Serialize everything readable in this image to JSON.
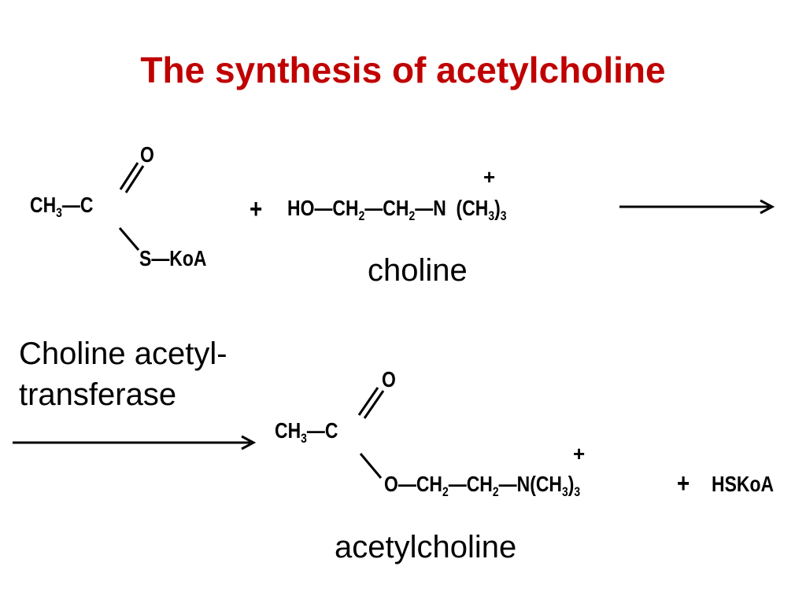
{
  "title": "The synthesis of acetylcholine",
  "reaction_1": {
    "acetyl_coa": {
      "methyl": "CH",
      "methyl_sub": "3",
      "carbon": "C",
      "oxygen": "O",
      "thioester": "S—KoA"
    },
    "plus": "+",
    "choline_formula": {
      "part_a": "HO—CH",
      "sub_a": "2",
      "part_b": "—CH",
      "sub_b": "2",
      "part_c": "—N",
      "part_d": "(CH",
      "sub_d": "3",
      "part_e": ")",
      "sub_e": "3",
      "charge": "+"
    },
    "choline_label": "choline"
  },
  "enzyme": {
    "line1": "Choline acetyl-",
    "line2": "transferase"
  },
  "reaction_2": {
    "acetyl": {
      "methyl": "CH",
      "methyl_sub": "3",
      "carbon": "C",
      "oxygen": "O"
    },
    "ester_chain": {
      "part_a": "O—CH",
      "sub_a": "2",
      "part_b": "—CH",
      "sub_b": "2",
      "part_c": "—N(CH",
      "sub_c": "3",
      "part_d": ")",
      "sub_d": "3",
      "charge": "+"
    },
    "plus": "+",
    "byproduct": "HSKoA",
    "acetylcholine_label": "acetylcholine"
  }
}
